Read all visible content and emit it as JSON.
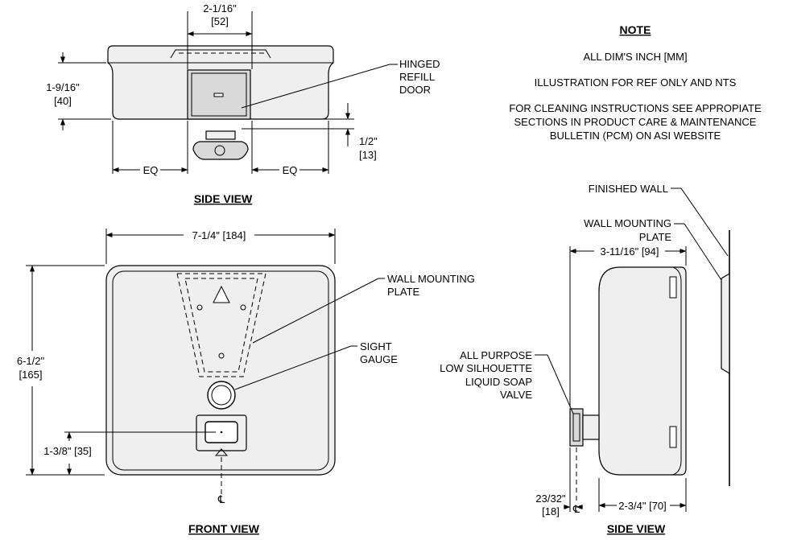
{
  "notes": {
    "heading": "NOTE",
    "line1": "ALL DIM'S INCH [MM]",
    "line2": "ILLUSTRATION FOR REF ONLY AND NTS",
    "line3a": "FOR CLEANING INSTRUCTIONS SEE APPROPIATE",
    "line3b": "SECTIONS IN PRODUCT CARE & MAINTENANCE",
    "line3c": "BULLETIN (PCM) ON ASI WEBSITE"
  },
  "top_side_view": {
    "title": "SIDE VIEW",
    "door_width_in": "2-1/16\"",
    "door_width_mm": "[52]",
    "depth_in": "1-9/16\"",
    "depth_mm": "[40]",
    "valve_in": "1/2\"",
    "valve_mm": "[13]",
    "eq_left": "EQ",
    "eq_right": "EQ",
    "callout_door": [
      "HINGED",
      "REFILL",
      "DOOR"
    ]
  },
  "front_view": {
    "title": "FRONT VIEW",
    "width_label": "7-1/4\" [184]",
    "height_in": "6-1/2\"",
    "height_mm": "[165]",
    "valve_height_label": "1-3/8\" [35]",
    "callout_plate": [
      "WALL MOUNTING",
      "PLATE"
    ],
    "callout_gauge": [
      "SIGHT",
      "GAUGE"
    ],
    "centerline_mark": "℄"
  },
  "right_side_view": {
    "title": "SIDE VIEW",
    "callout_wall": "FINISHED WALL",
    "callout_plate": [
      "WALL MOUNTING",
      "PLATE"
    ],
    "depth_label": "3-11/16\" [94]",
    "callout_valve": [
      "ALL PURPOSE",
      "LOW SILHOUETTE",
      "LIQUID SOAP",
      "VALVE"
    ],
    "offset_in": "23/32\"",
    "offset_mm": "[18]",
    "back_depth_label": "2-3/4\" [70]",
    "centerline_mark": "℄"
  }
}
